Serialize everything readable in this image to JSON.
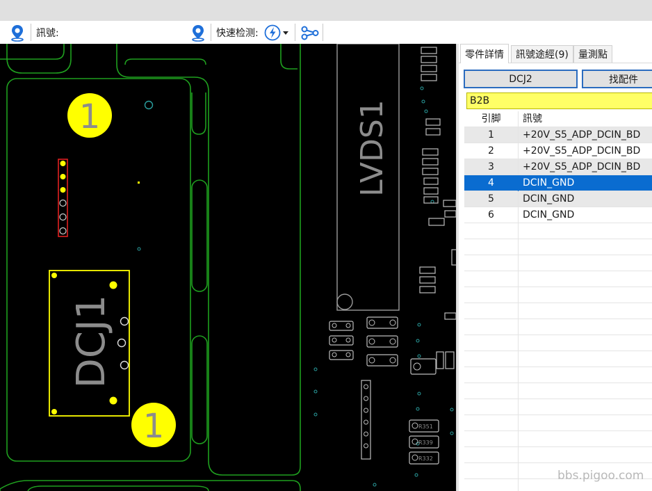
{
  "toolbar": {
    "signal_label": "訊號:",
    "quick_check_label": "快速检测:"
  },
  "board": {
    "lvds_label": "LVDS1",
    "dcj_label": "DCJ1",
    "marker_top": "1",
    "marker_bottom": "1",
    "pad_labels": [
      "R351",
      "R339",
      "R332"
    ]
  },
  "panel": {
    "tabs": [
      "零件詳情",
      "訊號途經(9)",
      "量測點"
    ],
    "part_button": "DCJ2",
    "find_button": "找配件",
    "type_value": "B2B",
    "columns": [
      "引脚",
      "訊號"
    ],
    "pins": [
      {
        "pin": "1",
        "signal": "+20V_S5_ADP_DCIN_BD"
      },
      {
        "pin": "2",
        "signal": "+20V_S5_ADP_DCIN_BD"
      },
      {
        "pin": "3",
        "signal": "+20V_S5_ADP_DCIN_BD"
      },
      {
        "pin": "4",
        "signal": "DCIN_GND"
      },
      {
        "pin": "5",
        "signal": "DCIN_GND"
      },
      {
        "pin": "6",
        "signal": "DCIN_GND"
      }
    ],
    "selected_pin": "4"
  },
  "watermark": "bbs.pigoo.com",
  "colors": {
    "trace_green": "#1fa01f",
    "highlight_yellow": "#ffff00",
    "selection_blue": "#0a6cd0",
    "accent_blue": "#1e6fd9"
  }
}
